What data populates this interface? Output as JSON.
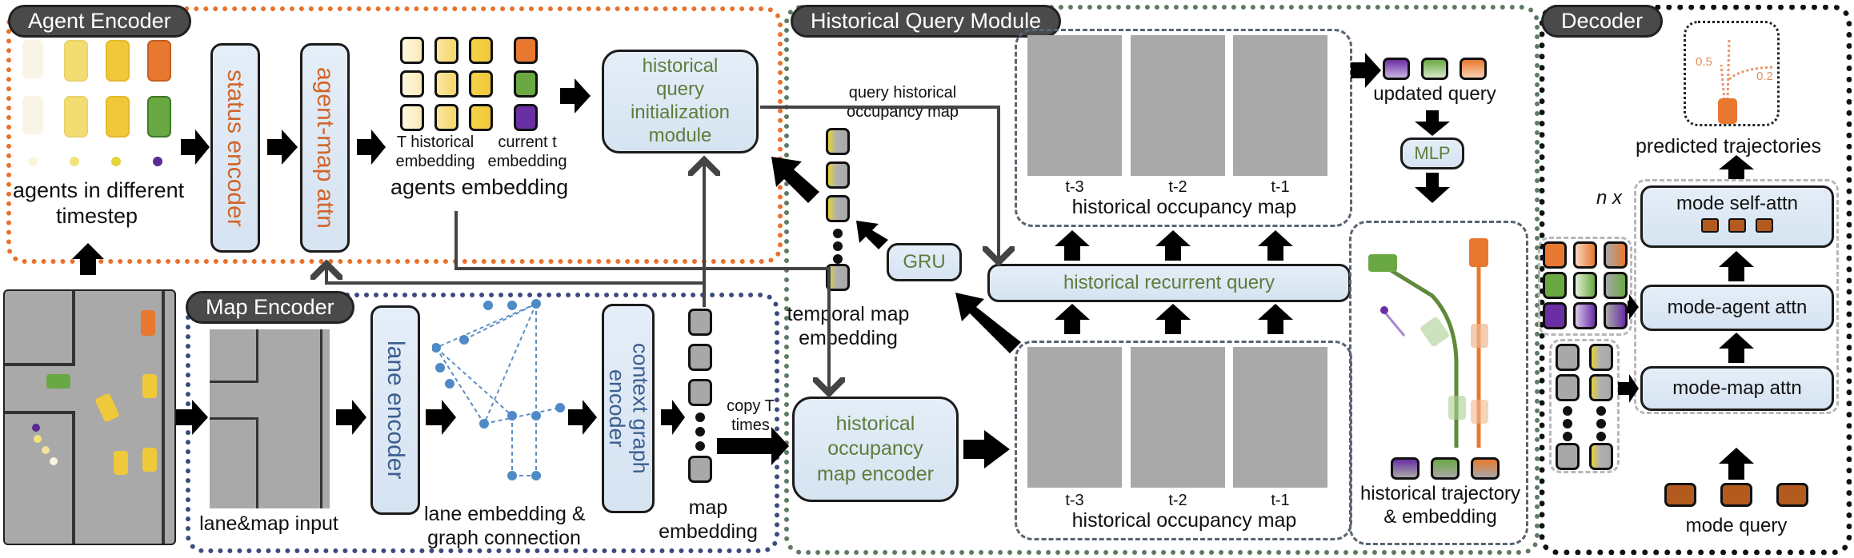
{
  "sections": {
    "agent_encoder": "Agent Encoder",
    "map_encoder": "Map Encoder",
    "historical_query_module": "Historical Query Module",
    "decoder": "Decoder"
  },
  "agent_encoder": {
    "agents_caption_line1": "agents in different",
    "agents_caption_line2": "timestep",
    "status_encoder": "status encoder",
    "agent_map_attn": "agent-map attn",
    "t_historical_line1": "T historical",
    "t_historical_line2": "embedding",
    "current_t_line1": "current t",
    "current_t_line2": "embedding",
    "agents_embedding": "agents embedding",
    "init_module_line1": "historical",
    "init_module_line2": "query",
    "init_module_line3": "initialization",
    "init_module_line4": "module",
    "current_colors": [
      "#e8782f",
      "#6aa843",
      "#6a2fa5"
    ]
  },
  "map_encoder": {
    "lane_map_input": "lane&map input",
    "lane_encoder": "lane encoder",
    "lane_embedding_line1": "lane embedding &",
    "lane_embedding_line2": "graph connection",
    "context_graph_encoder_line1": "context graph",
    "context_graph_encoder_line2": "encoder",
    "map_embedding_line1": "map",
    "map_embedding_line2": "embedding",
    "copy_t_line1": "copy T",
    "copy_t_line2": "times"
  },
  "historical_query_module": {
    "query_hist_line1": "query historical",
    "query_hist_line2": "occupancy map",
    "temporal_map_line1": "temporal map",
    "temporal_map_line2": "embedding",
    "gru": "GRU",
    "historical_recurrent_query": "historical recurrent query",
    "hist_occ_encoder_line1": "historical",
    "hist_occ_encoder_line2": "occupancy",
    "hist_occ_encoder_line3": "map encoder",
    "occupancy_map_title": "historical occupancy map",
    "timesteps": [
      "t-3",
      "t-2",
      "t-1"
    ],
    "updated_query": "updated query",
    "mlp": "MLP",
    "hist_traj_line1": "historical trajectory",
    "hist_traj_line2": "& embedding"
  },
  "decoder": {
    "predicted_trajectories": "predicted trajectories",
    "prob_1": "0.5",
    "prob_2": "0.2",
    "n_x": "n x",
    "mode_self_attn": "mode self-attn",
    "mode_agent_attn": "mode-agent attn",
    "mode_map_attn": "mode-map attn",
    "mode_query": "mode query"
  }
}
